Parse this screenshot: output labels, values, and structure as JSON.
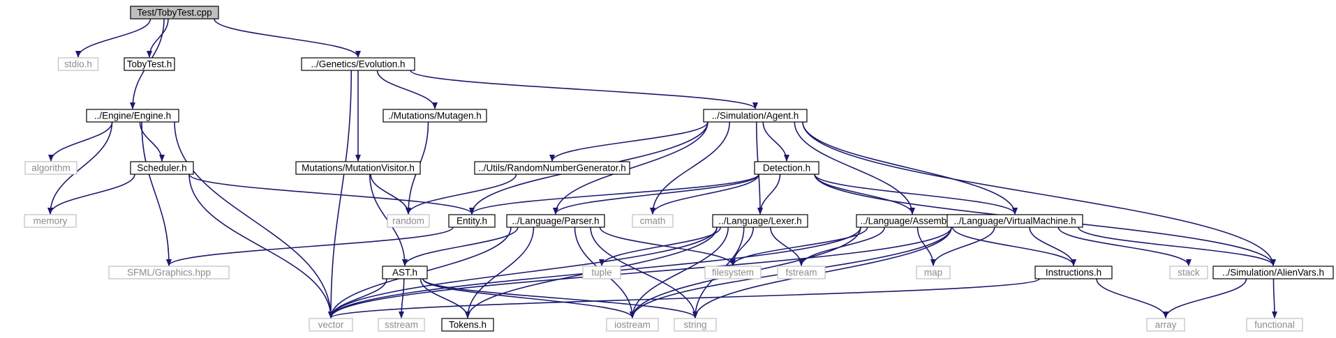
{
  "graph": {
    "colors": {
      "edge": "#191970",
      "internal_border": "#000000",
      "external_border": "#bfbfbf",
      "root_fill": "#bfbfbf",
      "internal_text": "#000000",
      "external_text": "#8c8c8c"
    },
    "nodes": [
      {
        "id": "tobytest_cpp",
        "label": "Test/TobyTest.cpp",
        "kind": "root"
      },
      {
        "id": "stdio_h",
        "label": "stdio.h",
        "kind": "external"
      },
      {
        "id": "tobytest_h",
        "label": "TobyTest.h",
        "kind": "internal"
      },
      {
        "id": "evolution_h",
        "label": "../Genetics/Evolution.h",
        "kind": "internal"
      },
      {
        "id": "engine_h",
        "label": "../Engine/Engine.h",
        "kind": "internal"
      },
      {
        "id": "mutagen_h",
        "label": "./Mutations/Mutagen.h",
        "kind": "internal"
      },
      {
        "id": "agent_h",
        "label": "../Simulation/Agent.h",
        "kind": "internal"
      },
      {
        "id": "algorithm",
        "label": "algorithm",
        "kind": "external"
      },
      {
        "id": "scheduler_h",
        "label": "Scheduler.h",
        "kind": "internal"
      },
      {
        "id": "mutationvisitor_h",
        "label": "Mutations/MutationVisitor.h",
        "kind": "internal"
      },
      {
        "id": "rng_h",
        "label": "../Utils/RandomNumberGenerator.h",
        "kind": "internal"
      },
      {
        "id": "detection_h",
        "label": "Detection.h",
        "kind": "internal"
      },
      {
        "id": "memory",
        "label": "memory",
        "kind": "external"
      },
      {
        "id": "random",
        "label": "random",
        "kind": "external"
      },
      {
        "id": "entity_h",
        "label": "Entity.h",
        "kind": "internal"
      },
      {
        "id": "parser_h",
        "label": "../Language/Parser.h",
        "kind": "internal"
      },
      {
        "id": "cmath",
        "label": "cmath",
        "kind": "external"
      },
      {
        "id": "lexer_h",
        "label": "../Language/Lexer.h",
        "kind": "internal"
      },
      {
        "id": "assembler_h",
        "label": "../Language/Assembler.h",
        "kind": "internal"
      },
      {
        "id": "vm_h",
        "label": "../Language/VirtualMachine.h",
        "kind": "internal"
      },
      {
        "id": "sfml",
        "label": "SFML/Graphics.hpp",
        "kind": "external"
      },
      {
        "id": "ast_h",
        "label": "AST.h",
        "kind": "internal"
      },
      {
        "id": "tuple",
        "label": "tuple",
        "kind": "external"
      },
      {
        "id": "filesystem",
        "label": "filesystem",
        "kind": "external"
      },
      {
        "id": "fstream",
        "label": "fstream",
        "kind": "external"
      },
      {
        "id": "map",
        "label": "map",
        "kind": "external"
      },
      {
        "id": "instructions_h",
        "label": "Instructions.h",
        "kind": "internal"
      },
      {
        "id": "stack",
        "label": "stack",
        "kind": "external"
      },
      {
        "id": "alienvars_h",
        "label": "../Simulation/AlienVars.h",
        "kind": "internal"
      },
      {
        "id": "vector",
        "label": "vector",
        "kind": "external"
      },
      {
        "id": "sstream",
        "label": "sstream",
        "kind": "external"
      },
      {
        "id": "tokens_h",
        "label": "Tokens.h",
        "kind": "internal"
      },
      {
        "id": "iostream",
        "label": "iostream",
        "kind": "external"
      },
      {
        "id": "string",
        "label": "string",
        "kind": "external"
      },
      {
        "id": "array",
        "label": "array",
        "kind": "external"
      },
      {
        "id": "functional",
        "label": "functional",
        "kind": "external"
      }
    ],
    "edges": [
      [
        "tobytest_cpp",
        "stdio_h"
      ],
      [
        "tobytest_cpp",
        "tobytest_h"
      ],
      [
        "tobytest_cpp",
        "evolution_h"
      ],
      [
        "tobytest_cpp",
        "engine_h"
      ],
      [
        "evolution_h",
        "mutagen_h"
      ],
      [
        "evolution_h",
        "agent_h"
      ],
      [
        "evolution_h",
        "mutationvisitor_h"
      ],
      [
        "evolution_h",
        "vector"
      ],
      [
        "engine_h",
        "algorithm"
      ],
      [
        "engine_h",
        "scheduler_h"
      ],
      [
        "engine_h",
        "memory"
      ],
      [
        "engine_h",
        "sfml"
      ],
      [
        "engine_h",
        "vector"
      ],
      [
        "scheduler_h",
        "memory"
      ],
      [
        "scheduler_h",
        "entity_h"
      ],
      [
        "scheduler_h",
        "vector"
      ],
      [
        "mutagen_h",
        "random"
      ],
      [
        "mutationvisitor_h",
        "random"
      ],
      [
        "mutationvisitor_h",
        "ast_h"
      ],
      [
        "rng_h",
        "random"
      ],
      [
        "agent_h",
        "rng_h"
      ],
      [
        "agent_h",
        "detection_h"
      ],
      [
        "agent_h",
        "entity_h"
      ],
      [
        "agent_h",
        "parser_h"
      ],
      [
        "agent_h",
        "cmath"
      ],
      [
        "agent_h",
        "lexer_h"
      ],
      [
        "agent_h",
        "assembler_h"
      ],
      [
        "agent_h",
        "vm_h"
      ],
      [
        "agent_h",
        "alienvars_h"
      ],
      [
        "detection_h",
        "entity_h"
      ],
      [
        "detection_h",
        "parser_h"
      ],
      [
        "detection_h",
        "cmath"
      ],
      [
        "detection_h",
        "lexer_h"
      ],
      [
        "detection_h",
        "assembler_h"
      ],
      [
        "detection_h",
        "vm_h"
      ],
      [
        "detection_h",
        "alienvars_h"
      ],
      [
        "entity_h",
        "sfml"
      ],
      [
        "parser_h",
        "ast_h"
      ],
      [
        "parser_h",
        "tokens_h"
      ],
      [
        "parser_h",
        "filesystem"
      ],
      [
        "parser_h",
        "iostream"
      ],
      [
        "parser_h",
        "string"
      ],
      [
        "parser_h",
        "vector"
      ],
      [
        "lexer_h",
        "tuple"
      ],
      [
        "lexer_h",
        "filesystem"
      ],
      [
        "lexer_h",
        "fstream"
      ],
      [
        "lexer_h",
        "tokens_h"
      ],
      [
        "lexer_h",
        "iostream"
      ],
      [
        "lexer_h",
        "string"
      ],
      [
        "lexer_h",
        "vector"
      ],
      [
        "assembler_h",
        "filesystem"
      ],
      [
        "assembler_h",
        "fstream"
      ],
      [
        "assembler_h",
        "map"
      ],
      [
        "assembler_h",
        "instructions_h"
      ],
      [
        "assembler_h",
        "vector"
      ],
      [
        "assembler_h",
        "iostream"
      ],
      [
        "vm_h",
        "map"
      ],
      [
        "vm_h",
        "instructions_h"
      ],
      [
        "vm_h",
        "stack"
      ],
      [
        "vm_h",
        "alienvars_h"
      ],
      [
        "vm_h",
        "vector"
      ],
      [
        "vm_h",
        "iostream"
      ],
      [
        "vm_h",
        "string"
      ],
      [
        "ast_h",
        "vector"
      ],
      [
        "ast_h",
        "sstream"
      ],
      [
        "ast_h",
        "tokens_h"
      ],
      [
        "ast_h",
        "iostream"
      ],
      [
        "ast_h",
        "string"
      ],
      [
        "instructions_h",
        "array"
      ],
      [
        "instructions_h",
        "vector"
      ],
      [
        "alienvars_h",
        "array"
      ],
      [
        "alienvars_h",
        "functional"
      ]
    ]
  }
}
